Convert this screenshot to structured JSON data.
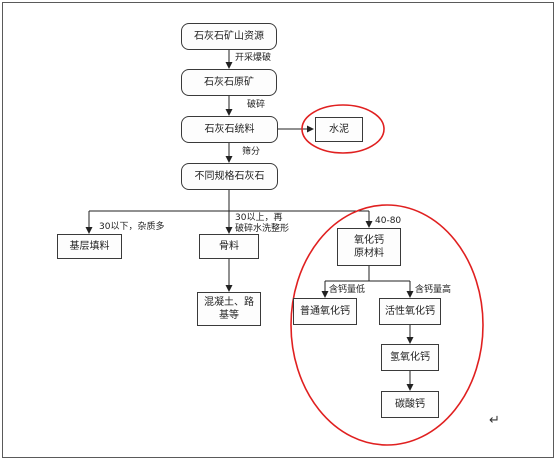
{
  "nodes": {
    "mine": "石灰石矿山资源",
    "ore": "石灰石原矿",
    "feed": "石灰石统料",
    "cement": "水泥",
    "screened": "不同规格石灰石",
    "base": "基层填料",
    "aggregate": "骨料",
    "cao_raw_line1": "氧化钙",
    "cao_raw_line2": "原材料",
    "concrete_line1": "混凝土、路",
    "concrete_line2": "基等",
    "ordinary_cao": "普通氧化钙",
    "active_cao": "活性氧化钙",
    "hydroxide": "氢氧化钙",
    "carbonate": "碳酸钙"
  },
  "edge_labels": {
    "blasting": "开采爆破",
    "crushing": "破碎",
    "screening": "筛分",
    "below30": "30以下，杂质多",
    "above30_line1": "30以上，再",
    "above30_line2": "破碎水洗整形",
    "range": "40-80",
    "low_ca": "含钙量低",
    "high_ca": "含钙量高"
  },
  "return_symbol": "↵",
  "highlight_color": "#e02020"
}
